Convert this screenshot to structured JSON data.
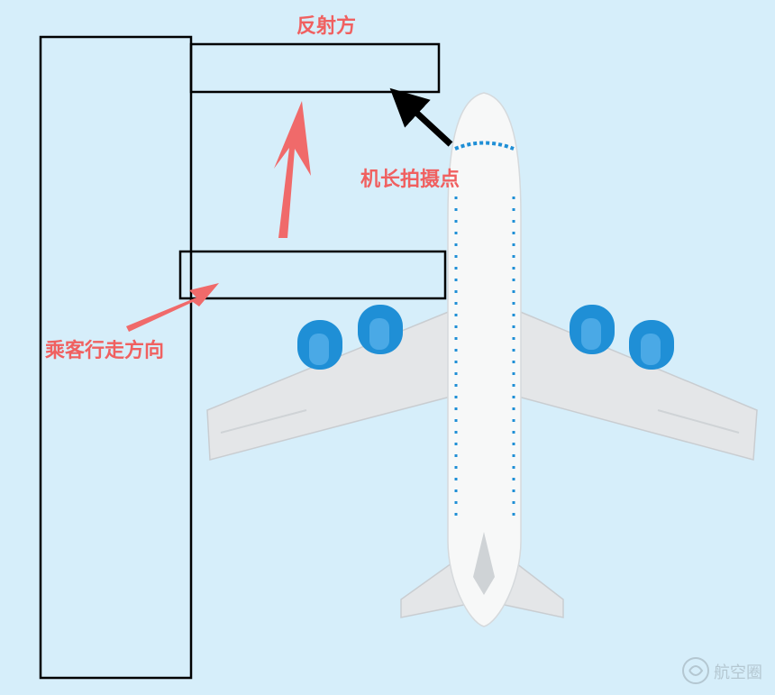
{
  "labels": {
    "reflection_side": "反射方",
    "captain_shot_point": "机长拍摄点",
    "passenger_direction": "乘客行走方向",
    "watermark": "航空圈"
  },
  "colors": {
    "background": "#d6eefa",
    "label_red": "#f06060",
    "arrow_red": "#f06a6a",
    "outline": "#000000",
    "engine_blue": "#1f8fd6",
    "window_blue": "#1f8fd6",
    "fuselage": "#f7f8f8",
    "wing": "#e4e6e8"
  },
  "icons": [
    "airplane-icon",
    "watermark-logo-icon"
  ]
}
